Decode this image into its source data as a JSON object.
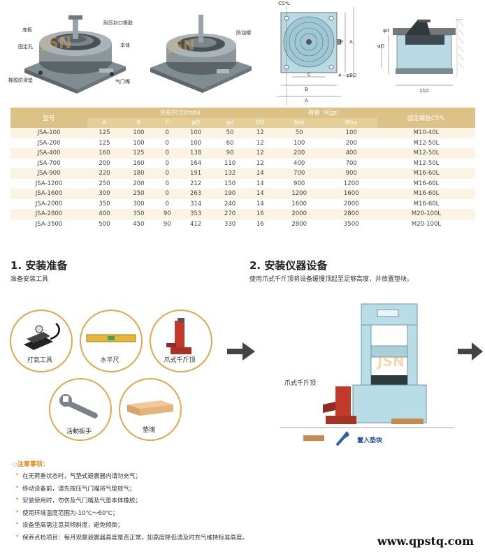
{
  "product_labels": {
    "base_plate": "底板",
    "fixing_hole": "固定孔",
    "rubber_pad": "橡胶防滑垫",
    "sealing_rubber": "耐压封口橡胶",
    "body": "本体",
    "valve": "气门嘴",
    "oil_cap": "防油帽"
  },
  "drawing_labels": {
    "cs": "CS*L",
    "a": "A",
    "b": "B",
    "c": "C",
    "bd": "4－φBD",
    "phi_d": "φD",
    "phi_d_small": "φd",
    "width_110": "110"
  },
  "table": {
    "header_model": "型号",
    "header_dims": "外形尺寸(mm)",
    "header_load": "荷重（Kgs）",
    "header_bolt": "固定螺栓CS*L",
    "sub_headers": [
      "A",
      "B",
      "C",
      "φD",
      "φd",
      "BD",
      "Min",
      "Max"
    ],
    "rows": [
      [
        "JSA-100",
        "125",
        "100",
        "0",
        "100",
        "50",
        "12",
        "50",
        "100",
        "M10-40L"
      ],
      [
        "JSA-200",
        "125",
        "100",
        "0",
        "100",
        "60",
        "12",
        "100",
        "200",
        "M12-50L"
      ],
      [
        "JSA-400",
        "160",
        "125",
        "0",
        "138",
        "90",
        "12",
        "200",
        "400",
        "M12-50L"
      ],
      [
        "JSA-700",
        "200",
        "160",
        "0",
        "164",
        "110",
        "12",
        "400",
        "700",
        "M12-50L"
      ],
      [
        "JSA-900",
        "220",
        "180",
        "0",
        "191",
        "132",
        "14",
        "700",
        "900",
        "M16-60L"
      ],
      [
        "JSA-1200",
        "250",
        "200",
        "0",
        "212",
        "150",
        "14",
        "900",
        "1200",
        "M16-60L"
      ],
      [
        "JSA-1600",
        "300",
        "250",
        "0",
        "263",
        "190",
        "14",
        "1200",
        "1600",
        "M16-60L"
      ],
      [
        "JSA-2000",
        "350",
        "300",
        "0",
        "314",
        "240",
        "14",
        "1600",
        "2000",
        "M16-60L"
      ],
      [
        "JSA-2800",
        "400",
        "350",
        "90",
        "353",
        "270",
        "16",
        "2000",
        "2800",
        "M20-100L"
      ],
      [
        "JSA-3500",
        "500",
        "450",
        "90",
        "412",
        "330",
        "16",
        "2800",
        "3500",
        "M20-100L"
      ]
    ]
  },
  "step1": {
    "title": "1. 安装准备",
    "subtitle": "准备安装工具",
    "tools": [
      "打氣工具",
      "水平尺",
      "爪式千斤顶",
      "活動扳手",
      "垫塊"
    ]
  },
  "step2": {
    "title": "2. 安装仪器设备",
    "subtitle": "使用爪式千斤顶将设备缓慢顶起至足够高度，并放置垫块。",
    "jack_label": "爪式千斤顶",
    "block_label": "置入垫块"
  },
  "notes": {
    "title": "◇注意事项：",
    "items": [
      "在无荷重状态时，气垫式避震器内请勿充气；",
      "移动设备前，请先按压气门嘴将气垫放气；",
      "安装使用时，勿伤及气门嘴及气垫本体橡胶；",
      "使用环境温度范围为-10℃～60℃；",
      "设备垫高需注意其倾斜度，避免倾倒；",
      "保养点检项目：每月观察避震器高度是否正常，如高度降低请及时充气维持标准高度。"
    ]
  },
  "watermark": "www.qpstq.com",
  "colors": {
    "header_bg": "#dcc286",
    "row_alt": "#fbf4e4",
    "accent_orange": "#e0a94e",
    "machine_blue": "#b9dde6",
    "jack_red": "#c0392b"
  }
}
